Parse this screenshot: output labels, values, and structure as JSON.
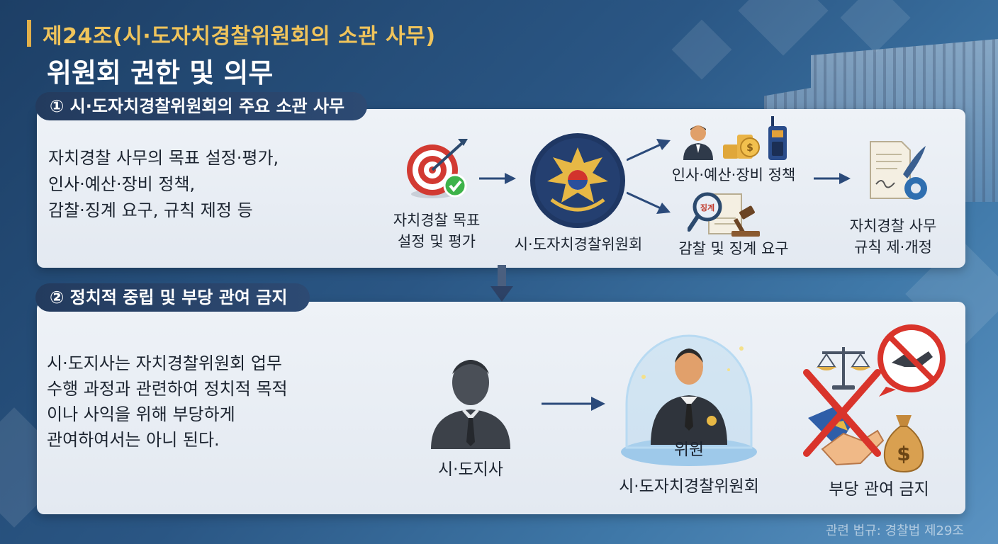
{
  "header": {
    "article": "제24조(시·도자치경찰위원회의 소관 사무)",
    "subtitle": "위원회 권한 및 의무"
  },
  "section1": {
    "tag": "① 시·도자치경찰위원회의 주요 소관 사무",
    "description": "자치경찰 사무의 목표 설정·평가,\n인사·예산·장비 정책,\n감찰·징계 요구, 규칙 제정 등",
    "flow": {
      "target_label": "자치경찰 목표\n설정 및 평가",
      "committee_label": "시·도자치경찰위원회",
      "personnel_label": "인사·예산·장비 정책",
      "audit_label": "감찰 및 징계 요구",
      "rules_label": "자치경찰 사무\n규칙 제·개정"
    }
  },
  "section2": {
    "tag": "② 정치적 중립 및 부당 관여 금지",
    "description": "시·도지사는 자치경찰위원회 업무\n수행 과정과 관련하여 정치적 목적\n이나 사익을 위해 부당하게\n관여하여서는 아니 된다.",
    "governor_label": "시·도지사",
    "member_badge": "위원",
    "member_label": "시·도자치경찰위원회",
    "prohibit_label": "부당 관여 금지",
    "doc_stamp": "징계"
  },
  "footer": {
    "source": "관련 법규: 경찰법 제29조"
  },
  "colors": {
    "accent_gold": "#f0c45b",
    "navy": "#233b5e",
    "prohibit_red": "#d9342b"
  }
}
